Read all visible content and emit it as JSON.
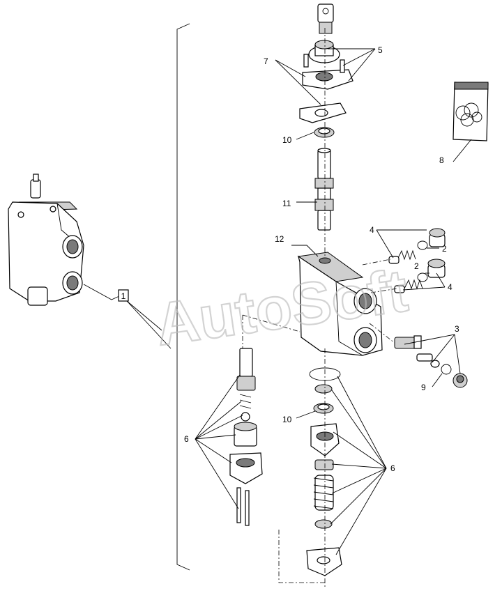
{
  "watermark": "AutoSoft",
  "callouts": {
    "c1": "1",
    "c2a": "2",
    "c2b": "2",
    "c3": "3",
    "c4a": "4",
    "c4b": "4",
    "c5": "5",
    "c6a": "6",
    "c6b": "6",
    "c7": "7",
    "c8": "8",
    "c9": "9",
    "c10a": "10",
    "c10b": "10",
    "c11": "11",
    "c12": "12"
  }
}
